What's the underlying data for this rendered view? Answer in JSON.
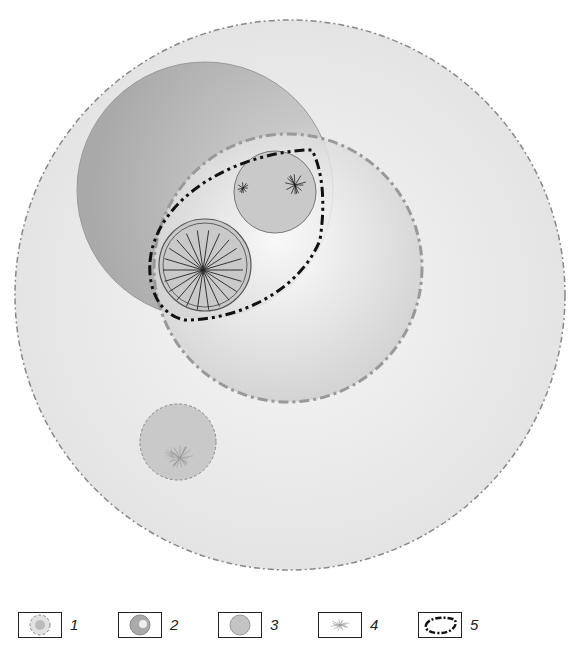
{
  "diagram": {
    "legend": [
      {
        "text": "1"
      },
      {
        "text": "2"
      },
      {
        "text": "3"
      },
      {
        "text": "4"
      },
      {
        "text": "5"
      }
    ]
  }
}
